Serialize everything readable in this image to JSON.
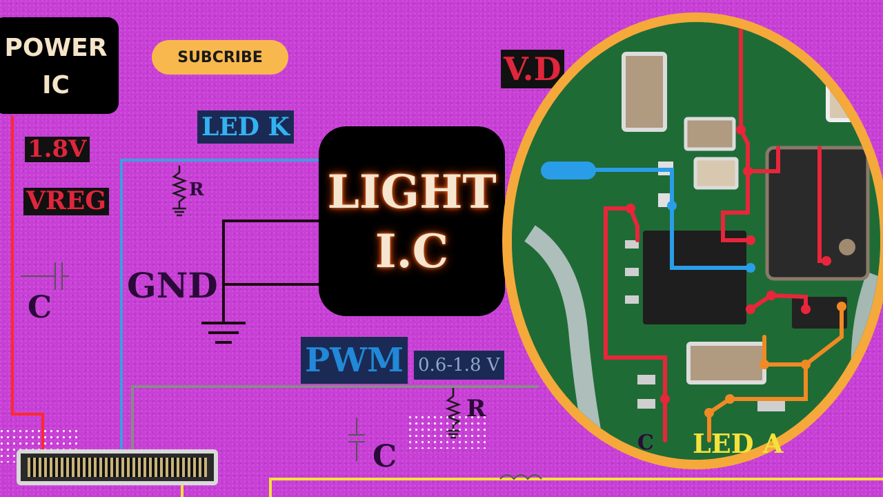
{
  "power_ic": {
    "line1": "POWER",
    "line2": "IC"
  },
  "subscribe_label": "SUBCRIBE",
  "labels": {
    "v18": "1.8V",
    "vreg": "VREG",
    "c_left": "C",
    "led_k": "LED K",
    "r_top": "R",
    "gnd": "GND",
    "pwm": "PWM",
    "pwm_range": "0.6-1.8 V",
    "r_bottom": "R",
    "c_bottom": "C",
    "v_partial": "V.D",
    "led_a_partial": "LED A",
    "c_partial": "C"
  },
  "light_ic": {
    "line1": "LIGHT",
    "line2": "I.C"
  },
  "colors": {
    "background": "#c83fd6",
    "zoom_ring": "#f5a93a",
    "wire_blue": "#3aa0e0",
    "wire_red": "#ff2a2a",
    "wire_yellow": "#f4e23c",
    "wire_orange": "#f08a24",
    "wire_black": "#1a0a10",
    "pcb_green": "#1f6b36"
  },
  "icons": [
    "resistor-icon",
    "capacitor-icon",
    "ground-icon",
    "inductor-icon"
  ]
}
